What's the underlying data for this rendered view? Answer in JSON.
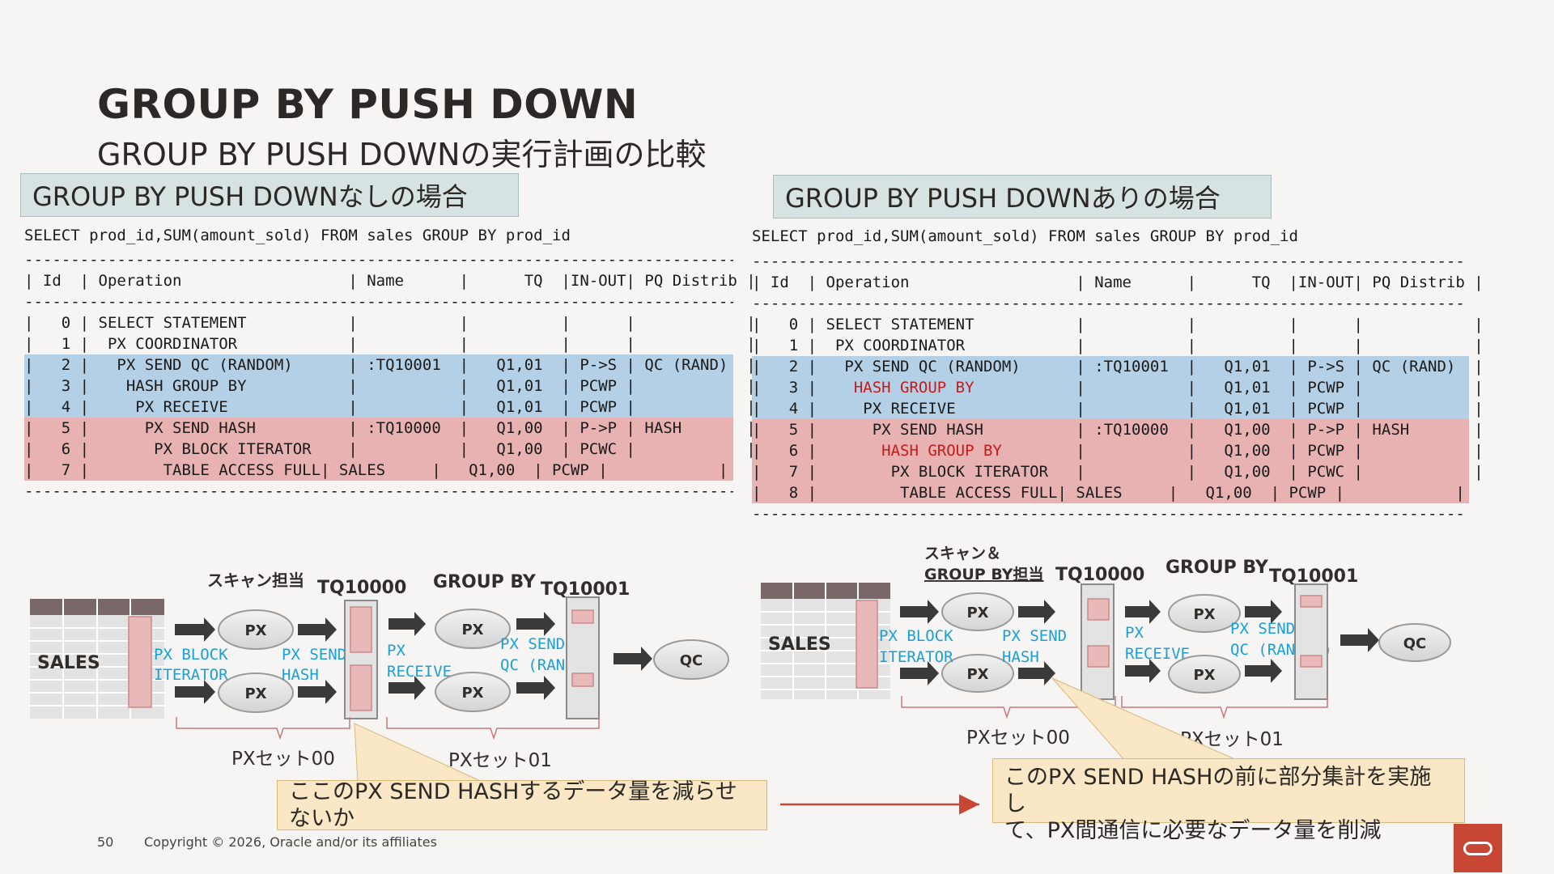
{
  "title": "GROUP BY PUSH DOWN",
  "subtitle": "GROUP BY PUSH DOWNの実行計画の比較",
  "left": {
    "header": "GROUP BY PUSH DOWNなしの場合",
    "sql": "SELECT prod_id,SUM(amount_sold) FROM sales GROUP BY prod_id",
    "dash": "-----------------------------------------------------------------------------",
    "col_header": "| Id  | Operation                  | Name      |      TQ  |IN-OUT| PQ Distrib |",
    "rows": [
      {
        "text": "|   0 | SELECT STATEMENT           |           |          |      |            |",
        "bg": "none"
      },
      {
        "text": "|   1 |  PX COORDINATOR            |           |          |      |            |",
        "bg": "none"
      },
      {
        "text": "|   2 |   PX SEND QC (RANDOM)      | :TQ10001  |   Q1,01  | P->S | QC (RAND)  |",
        "bg": "blue"
      },
      {
        "text": "|   3 |    HASH GROUP BY           |           |   Q1,01  | PCWP |            |",
        "bg": "blue"
      },
      {
        "text": "|   4 |     PX RECEIVE             |           |   Q1,01  | PCWP |            |",
        "bg": "blue"
      },
      {
        "text": "|   5 |      PX SEND HASH          | :TQ10000  |   Q1,00  | P->P | HASH       |",
        "bg": "pink"
      },
      {
        "text": "|   6 |       PX BLOCK ITERATOR    |           |   Q1,00  | PCWC |            |",
        "bg": "pink"
      },
      {
        "text": "|   7 |        TABLE ACCESS FULL| SALES     |   Q1,00  | PCWP |            |",
        "bg": "pink"
      }
    ]
  },
  "right": {
    "header": "GROUP BY PUSH DOWNありの場合",
    "sql": "SELECT prod_id,SUM(amount_sold) FROM sales GROUP BY prod_id",
    "dash": "-----------------------------------------------------------------------------",
    "col_header": "| Id  | Operation                  | Name      |      TQ  |IN-OUT| PQ Distrib |",
    "rows": [
      {
        "pre": "|   0 | ",
        "op": "SELECT STATEMENT",
        "post": "           |           |          |      |            |",
        "bg": "none",
        "red": false
      },
      {
        "pre": "|   1 |  ",
        "op": "PX COORDINATOR",
        "post": "            |           |          |      |            |",
        "bg": "none",
        "red": false
      },
      {
        "pre": "|   2 |   ",
        "op": "PX SEND QC (RANDOM)",
        "post": "      | :TQ10001  |   Q1,01  | P->S | QC (RAND)  |",
        "bg": "blue",
        "red": false
      },
      {
        "pre": "|   3 |    ",
        "op": "HASH GROUP BY",
        "post": "           |           |   Q1,01  | PCWP |            |",
        "bg": "blue",
        "red": true
      },
      {
        "pre": "|   4 |     ",
        "op": "PX RECEIVE",
        "post": "             |           |   Q1,01  | PCWP |            |",
        "bg": "blue",
        "red": false
      },
      {
        "pre": "|   5 |      ",
        "op": "PX SEND HASH",
        "post": "          | :TQ10000  |   Q1,00  | P->P | HASH       |",
        "bg": "pink",
        "red": false
      },
      {
        "pre": "|   6 |       ",
        "op": "HASH GROUP BY",
        "post": "        |           |   Q1,00  | PCWP |            |",
        "bg": "pink",
        "red": true
      },
      {
        "pre": "|   7 |        ",
        "op": "PX BLOCK ITERATOR",
        "post": "   |           |   Q1,00  | PCWC |            |",
        "bg": "pink",
        "red": false
      },
      {
        "pre": "|   8 |         ",
        "op": "TABLE ACCESS FULL",
        "post": "| SALES     |   Q1,00  | PCWP |            |",
        "bg": "pink",
        "red": false
      }
    ]
  },
  "diagram_left": {
    "sales": "SALES",
    "scan_label": "スキャン担当",
    "tq0": "TQ10000",
    "groupby": "GROUP BY",
    "tq1": "TQ10001",
    "px": "PX",
    "qc": "QC",
    "pxblock1": "PX BLOCK",
    "pxblock2": "ITERATOR",
    "pxsend1": "PX SEND",
    "pxsend2": "HASH",
    "pxrecv1": "PX",
    "pxrecv2": "RECEIVE",
    "pxsendqc1": "PX SEND",
    "pxsendqc2": "QC (RANDOM)",
    "set00": "PXセット00",
    "set01": "PXセット01"
  },
  "diagram_right": {
    "sales": "SALES",
    "scan_label1": "スキャン＆",
    "scan_label2": "GROUP BY担当",
    "tq0": "TQ10000",
    "groupby": "GROUP BY",
    "tq1": "TQ10001",
    "px": "PX",
    "qc": "QC",
    "pxblock1": "PX BLOCK",
    "pxblock2": "ITERATOR",
    "pxsend1": "PX SEND",
    "pxsend2": "HASH",
    "pxrecv1": "PX",
    "pxrecv2": "RECEIVE",
    "pxsendqc1": "PX SEND",
    "pxsendqc2": "QC (RANDOM)",
    "set00": "PXセット00",
    "set01": "PXセット01"
  },
  "callout_left": "ここのPX SEND HASHするデータ量を減らせないか",
  "callout_right_1": "このPX SEND HASHの前に部分集計を実施し",
  "callout_right_2": "て、PX間通信に必要なデータ量を削減",
  "footer": {
    "page": "50",
    "copyright": "Copyright © 2026, Oracle and/or its affiliates"
  },
  "colors": {
    "blue_row": "#b3d0e6",
    "pink_row": "#e9b2b2",
    "accent_red": "#c74634",
    "label_blue": "#1aa0d8"
  }
}
